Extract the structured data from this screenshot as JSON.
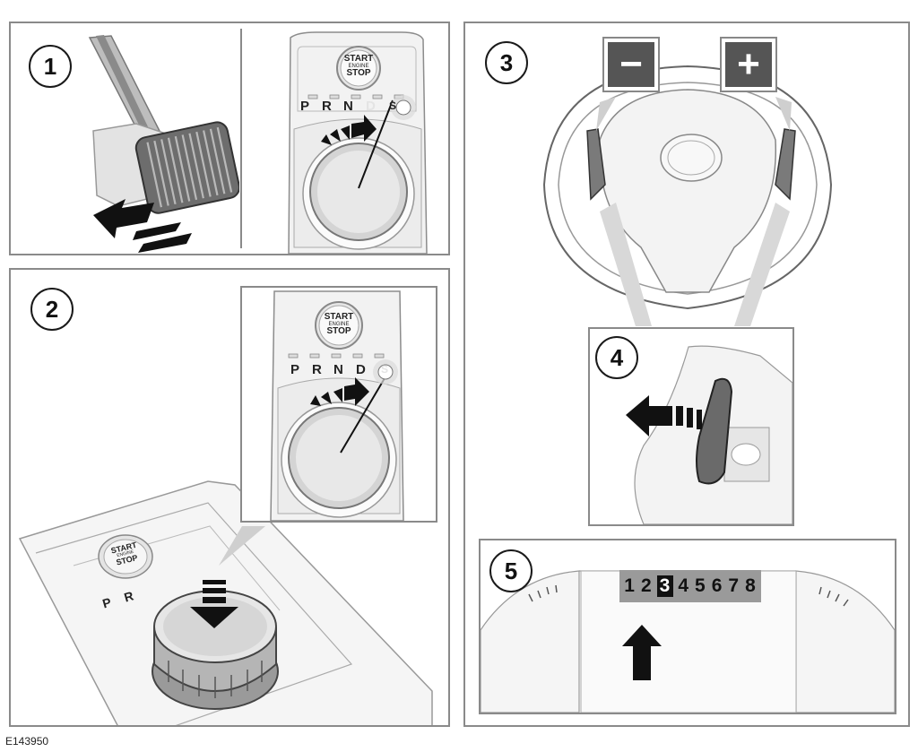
{
  "figure_code": "E143950",
  "steps": [
    {
      "number": "1"
    },
    {
      "number": "2"
    },
    {
      "number": "3"
    },
    {
      "number": "4"
    },
    {
      "number": "5"
    }
  ],
  "start_button": {
    "line1": "START",
    "line2": "ENGINE",
    "line3": "STOP"
  },
  "gear_positions": [
    "P",
    "R",
    "N",
    "D",
    "S"
  ],
  "paddle_signs": {
    "minus": "−",
    "plus": "+"
  },
  "gear_display": {
    "digits": [
      "1",
      "2",
      "3",
      "4",
      "5",
      "6",
      "7",
      "8"
    ],
    "selected": "3"
  }
}
